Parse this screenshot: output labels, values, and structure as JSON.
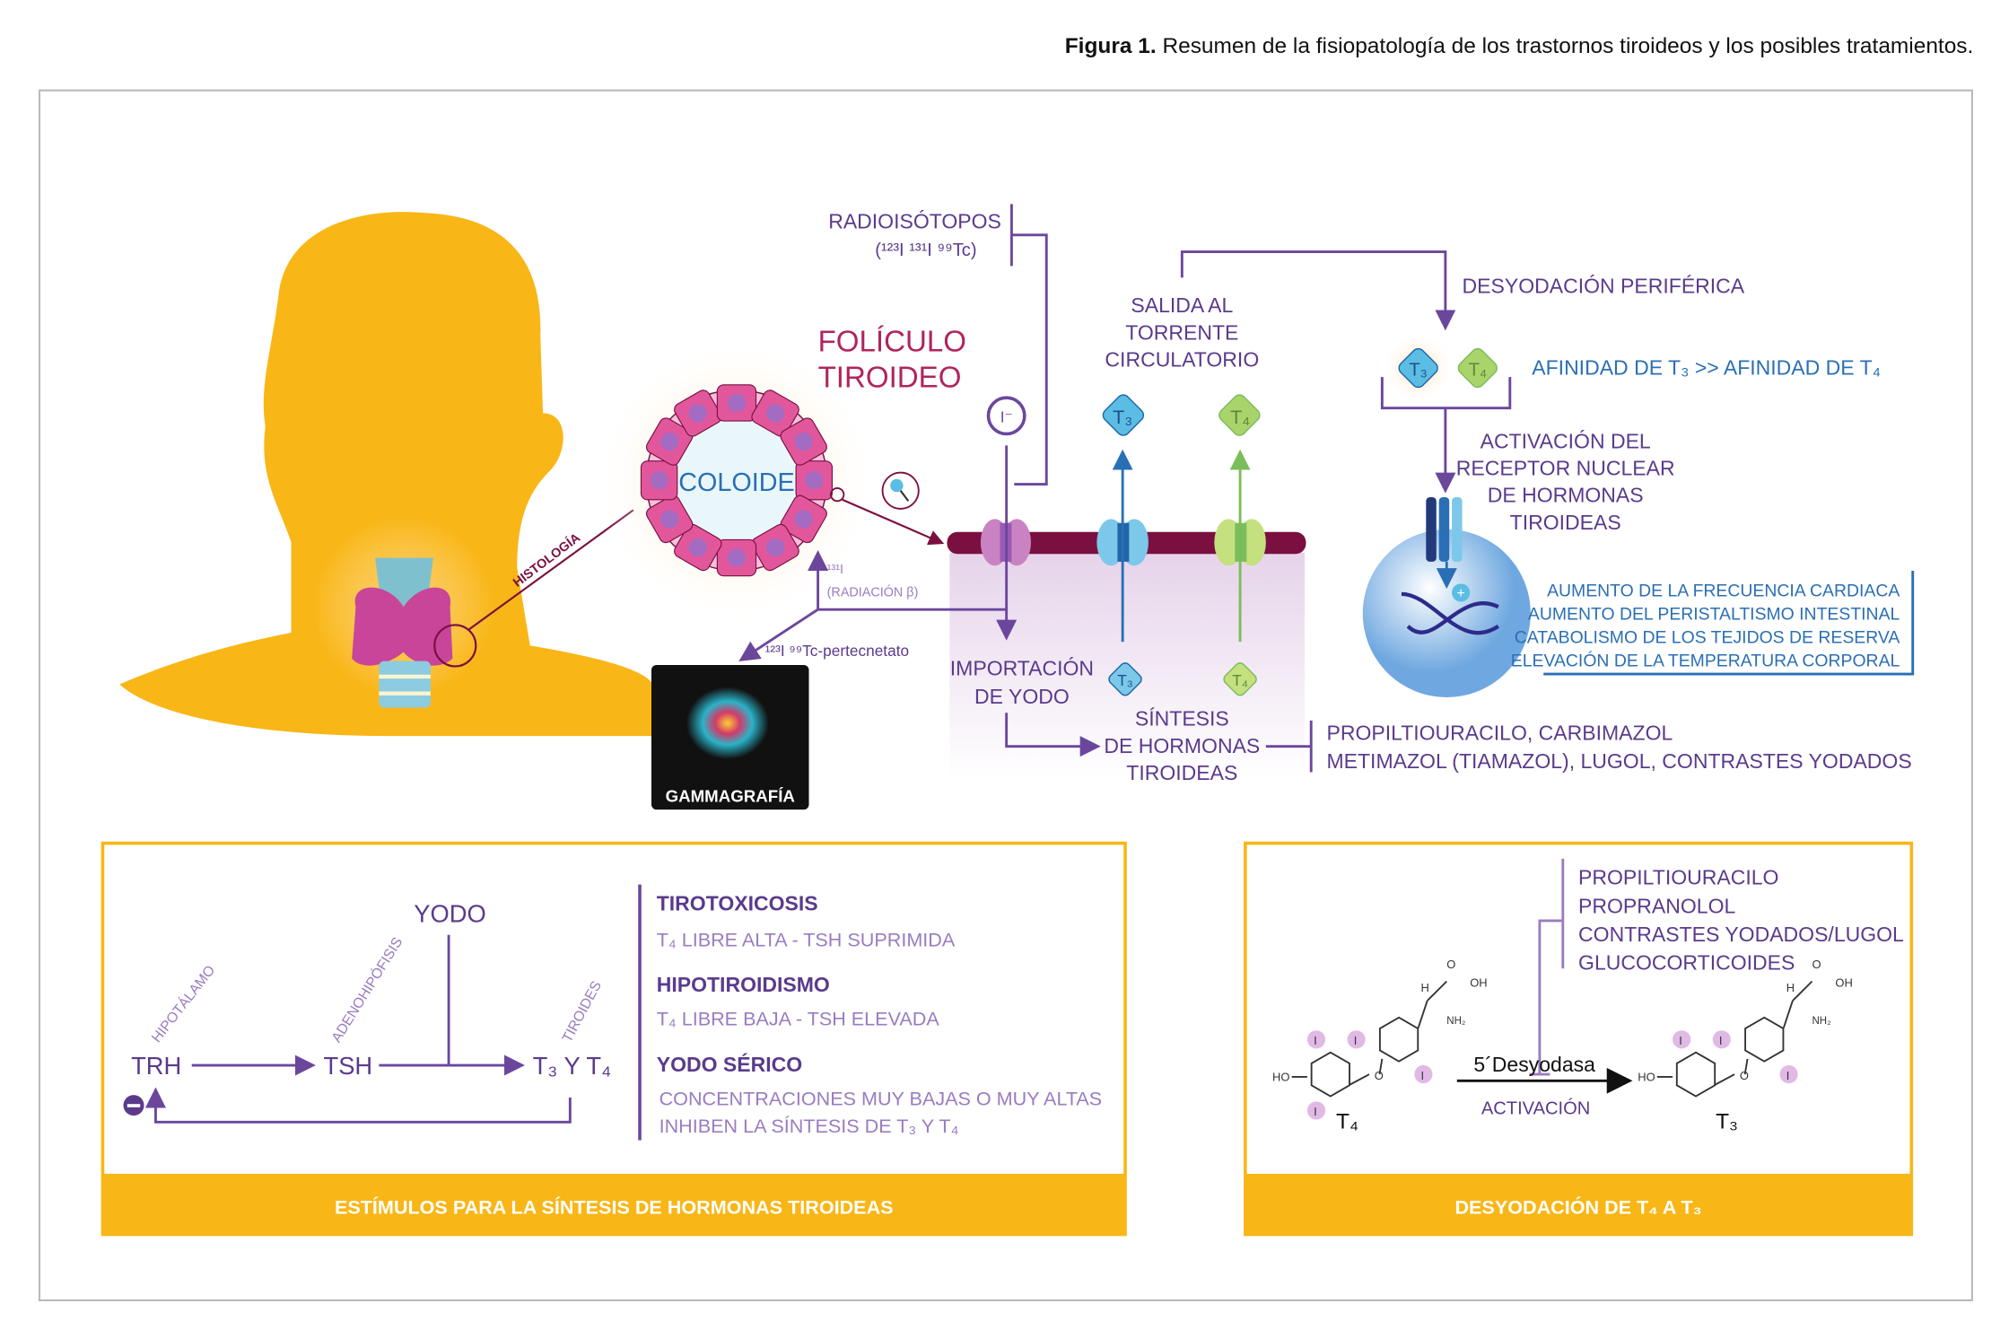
{
  "caption": {
    "label": "Figura 1.",
    "text": "Resumen de la fisiopatología de los trastornos tiroideos y los posibles tratamientos."
  },
  "colors": {
    "orange": "#F9B617",
    "purple": "#5b3a8c",
    "magenta": "#b0245e",
    "membrane": "#7a1040",
    "t3": "#5bbde4",
    "t4": "#a9d36b",
    "blue_text": "#2a6fb5"
  },
  "top": {
    "radioisotopos": "RADIOISÓTOPOS",
    "radioisotopos_list": "(¹²³I ¹³¹I ⁹⁹Tc)",
    "foliculo": [
      "FOLÍCULO",
      "TIROIDEO"
    ],
    "coloide": "COLOIDE",
    "histologia": "HISTOLOGÍA",
    "i131": "¹³¹I",
    "radiacion": "(RADIACIÓN β)",
    "pertecnetato": "¹²³I ⁹⁹Tc-pertecnetato",
    "gammagrafia": "GAMMAGRAFÍA",
    "iodide": "I⁻",
    "importacion": [
      "IMPORTACIÓN",
      "DE YODO"
    ],
    "salida": [
      "SALIDA AL",
      "TORRENTE",
      "CIRCULATORIO"
    ],
    "t3": "T₃",
    "t4": "T₄",
    "sintesis": [
      "SÍNTESIS",
      "DE HORMONAS",
      "TIROIDEAS"
    ],
    "inhibidores": [
      "PROPILTIOURACILO, CARBIMAZOL",
      "METIMAZOL (TIAMAZOL), LUGOL, CONTRASTES YODADOS"
    ],
    "desyodacion_periferica": "DESYODACIÓN PERIFÉRICA",
    "afinidad": "AFINIDAD DE T₃ >> AFINIDAD DE T₄",
    "activacion": [
      "ACTIVACIÓN DEL",
      "RECEPTOR NUCLEAR",
      "DE HORMONAS",
      "TIROIDEAS"
    ],
    "efectos": [
      "AUMENTO DE LA FRECUENCIA CARDIACA",
      "AUMENTO DEL PERISTALTISMO INTESTINAL",
      "CATABOLISMO DE LOS TEJIDOS DE RESERVA",
      "ELEVACIÓN DE LA TEMPERATURA CORPORAL"
    ]
  },
  "left_panel": {
    "title": "ESTÍMULOS PARA LA SÍNTESIS DE HORMONAS TIROIDEAS",
    "yodo": "YODO",
    "trh": "TRH",
    "tsh": "TSH",
    "t3t4": "T₃ Y T₄",
    "hipotalamo": "HIPOTÁLAMO",
    "adenohipofisis": "ADENOHIPÓFISIS",
    "tiroides": "TIROIDES",
    "conditions": [
      {
        "name": "TIROTOXICOSIS",
        "desc": [
          "T₄ LIBRE ALTA - TSH SUPRIMIDA"
        ]
      },
      {
        "name": "HIPOTIROIDISMO",
        "desc": [
          "T₄ LIBRE BAJA - TSH ELEVADA"
        ]
      },
      {
        "name": "YODO SÉRICO",
        "desc": [
          "CONCENTRACIONES MUY BAJAS O MUY ALTAS",
          "INHIBEN LA SÍNTESIS DE T₃ Y T₄"
        ]
      }
    ]
  },
  "right_panel": {
    "title": "DESYODACIÓN DE T₄ A T₃",
    "inhibitors": [
      "PROPILTIOURACILO",
      "PROPRANOLOL",
      "CONTRASTES YODADOS/LUGOL",
      "GLUCOCORTICOIDES"
    ],
    "enzyme": "5´Desyodasa",
    "activacion": "ACTIVACIÓN",
    "t4": "T₄",
    "t3": "T₃",
    "oh": "OH",
    "ho": "HO",
    "nh2": "NH₂",
    "h": "H",
    "o": "O",
    "i": "I"
  }
}
